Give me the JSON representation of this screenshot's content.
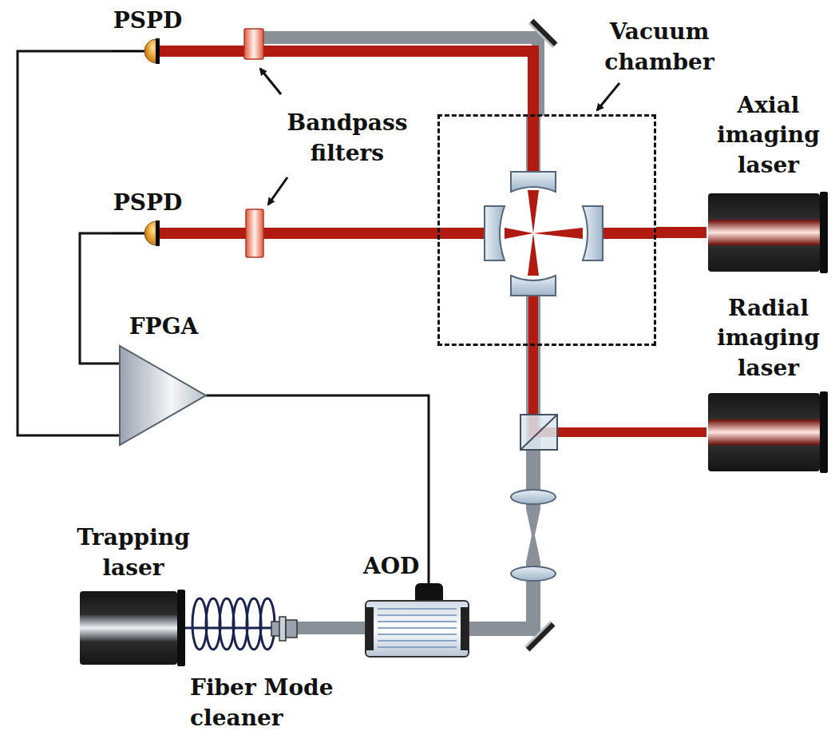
{
  "diagram": {
    "nodes": [
      {
        "text": [
          "PSPD"
        ]
      },
      {
        "text": [
          "Vacuum chamber"
        ]
      },
      {
        "text": [
          "Axial imaging laser"
        ]
      },
      {
        "text": [
          "PSPD"
        ]
      },
      {
        "text": [
          "FPGA"
        ]
      },
      {
        "text": [
          "Radial imaging laser"
        ]
      },
      {
        "text": [
          "Trapping laser"
        ]
      },
      {
        "text": [
          "AOD"
        ]
      }
    ],
    "edges": [
      {
        "from": 0,
        "to": 4,
        "arrow": "none"
      },
      {
        "from": 3,
        "to": 4,
        "arrow": "none"
      },
      {
        "from": 4,
        "to": 7,
        "arrow": "none"
      },
      {
        "from": 6,
        "to": 7,
        "arrow": "none"
      },
      {
        "from": 7,
        "to": 1,
        "arrow": "none"
      },
      {
        "from": 5,
        "to": 1,
        "arrow": "none"
      },
      {
        "from": 2,
        "to": 1,
        "arrow": "none"
      },
      {
        "from": 1,
        "to": 0,
        "arrow": "none"
      },
      {
        "from": 1,
        "to": 3,
        "arrow": "none"
      }
    ],
    "labels": [
      "Bandpass filters",
      "Fiber Mode cleaner"
    ]
  }
}
